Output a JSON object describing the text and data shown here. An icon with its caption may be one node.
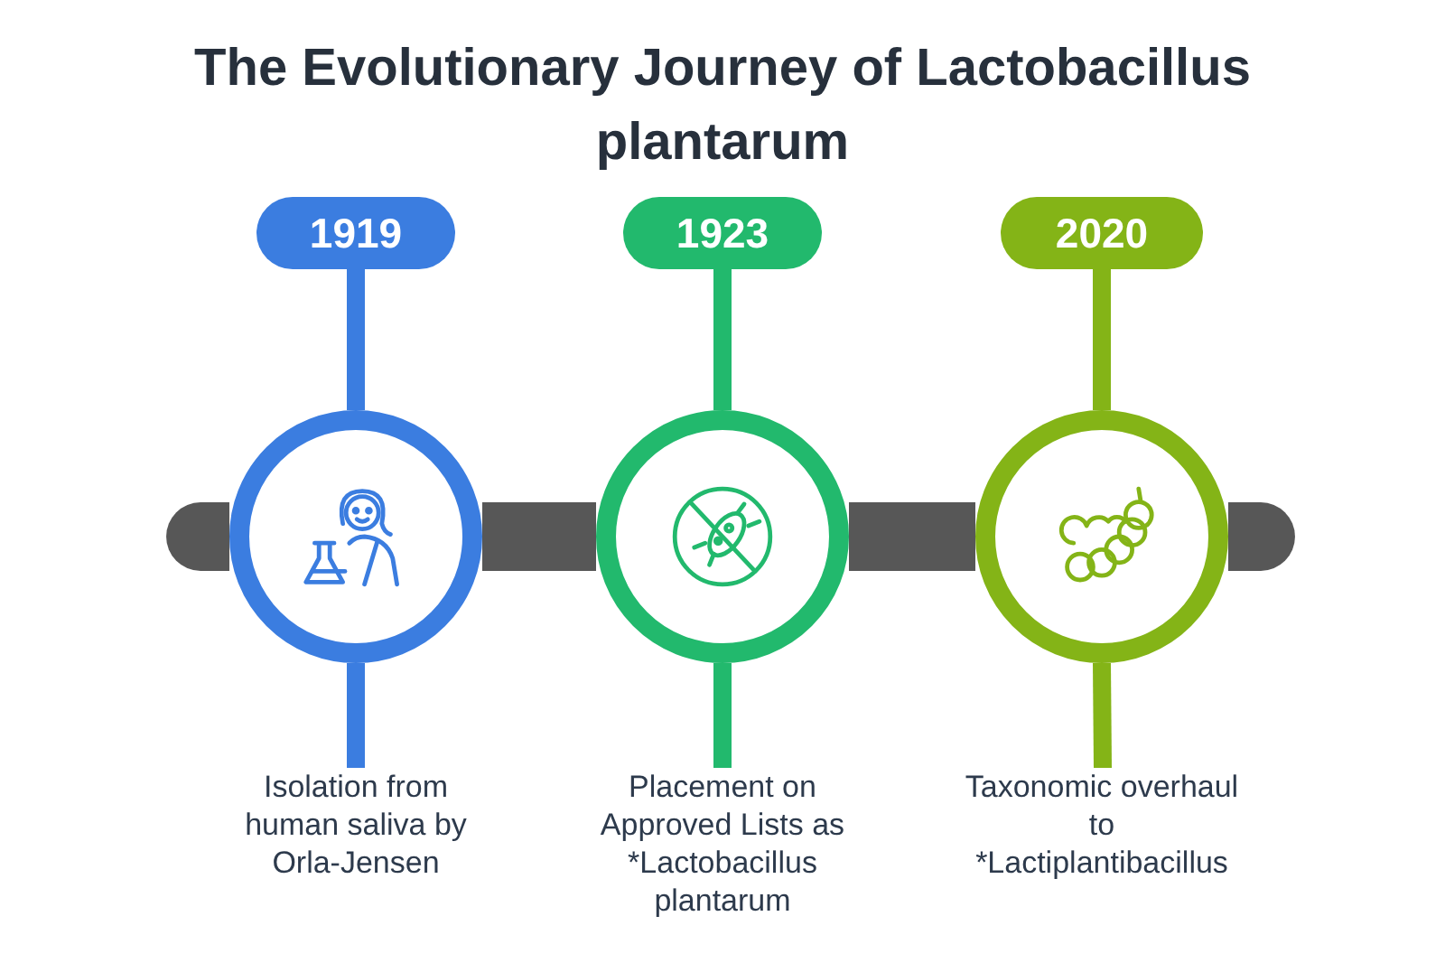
{
  "diagram": {
    "title": "The Evolutionary Journey of Lactobacillus plantarum",
    "nodes": [
      {
        "text": [
          "1919"
        ]
      },
      {
        "text": [],
        "shape": "circle"
      },
      {
        "text": [
          "Isolation from human saliva by Orla-Jensen"
        ]
      },
      {
        "text": [
          "1923"
        ]
      },
      {
        "text": [],
        "shape": "circle"
      },
      {
        "text": [
          "Placement on Approved Lists as *Lactobacillus plantarum"
        ]
      },
      {
        "text": [
          "2020"
        ]
      },
      {
        "text": [],
        "shape": "circle"
      },
      {
        "text": [
          "Taxonomic overhaul to *Lactiplantibacillus"
        ]
      }
    ],
    "edges": [
      {
        "from": 0,
        "to": 1,
        "arrow": "none",
        "color": "#3b7de0"
      },
      {
        "from": 1,
        "to": 2,
        "arrow": "none",
        "color": "#3b7de0"
      },
      {
        "from": 3,
        "to": 4,
        "arrow": "none",
        "color": "#22b96d"
      },
      {
        "from": 4,
        "to": 5,
        "arrow": "none",
        "color": "#22b96d"
      },
      {
        "from": 6,
        "to": 7,
        "arrow": "none",
        "color": "#84b417"
      },
      {
        "from": 7,
        "to": 8,
        "arrow": "none",
        "color": "#84b417"
      },
      {
        "from": null,
        "to": 1,
        "arrow": "none",
        "style": "thick",
        "color": "#575757"
      },
      {
        "from": 1,
        "to": 4,
        "arrow": "none",
        "style": "thick",
        "color": "#575757"
      },
      {
        "from": 4,
        "to": 7,
        "arrow": "none",
        "style": "thick",
        "color": "#575757"
      },
      {
        "from": 7,
        "to": null,
        "arrow": "none",
        "style": "thick",
        "color": "#575757"
      }
    ]
  }
}
